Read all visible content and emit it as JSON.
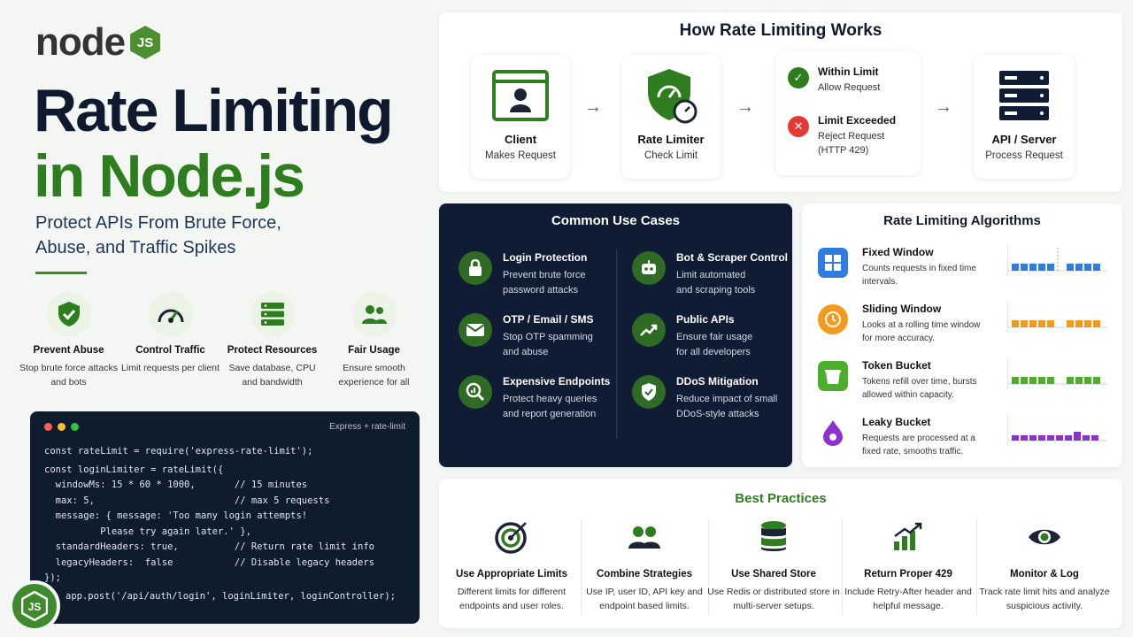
{
  "logo": {
    "text": "node",
    "badge": "JS"
  },
  "hero": {
    "title_line1": "Rate Limiting",
    "title_line2": "in Node.js",
    "subtitle": "Protect APIs From Brute Force, Abuse, and Traffic Spikes"
  },
  "features": [
    {
      "icon": "shield-check-icon",
      "title": "Prevent Abuse",
      "desc": "Stop brute force attacks and bots"
    },
    {
      "icon": "speedometer-icon",
      "title": "Control Traffic",
      "desc": "Limit requests per client"
    },
    {
      "icon": "server-stack-icon",
      "title": "Protect Resources",
      "desc": "Save database, CPU and bandwidth"
    },
    {
      "icon": "users-icon",
      "title": "Fair Usage",
      "desc": "Ensure smooth experience for all"
    }
  ],
  "code": {
    "tag": "Express + rate-limit",
    "lines": [
      "const rateLimit = require('express-rate-limit');",
      "const loginLimiter = rateLimit({",
      "  windowMs: 15 * 60 * 1000,       // 15 minutes",
      "  max: 5,                         // max 5 requests",
      "  message: { message: 'Too many login attempts!",
      "          Please try again later.' },",
      "  standardHeaders: true,          // Return rate limit info",
      "  legacyHeaders:  false           // Disable legacy headers",
      "});",
      "app.post('/api/auth/login', loginLimiter, loginController);"
    ]
  },
  "how": {
    "title": "How Rate Limiting Works",
    "client": {
      "title": "Client",
      "desc": "Makes Request"
    },
    "limiter": {
      "title": "Rate Limiter",
      "desc": "Check Limit"
    },
    "within": {
      "title": "Within Limit",
      "desc": "Allow Request"
    },
    "exceeded": {
      "title": "Limit Exceeded",
      "desc1": "Reject Request",
      "desc2": "(HTTP 429)"
    },
    "server": {
      "title": "API / Server",
      "desc": "Process Request"
    },
    "arrow": "→"
  },
  "uses": {
    "title": "Common Use Cases",
    "items": [
      {
        "icon": "lock-icon",
        "title": "Login Protection",
        "desc1": "Prevent brute force",
        "desc2": "password attacks"
      },
      {
        "icon": "robot-icon",
        "title": "Bot & Scraper Control",
        "desc1": "Limit automated",
        "desc2": "and scraping tools"
      },
      {
        "icon": "mail-icon",
        "title": "OTP / Email / SMS",
        "desc1": "Stop OTP spamming",
        "desc2": "and abuse"
      },
      {
        "icon": "trend-up-icon",
        "title": "Public APIs",
        "desc1": "Ensure fair usage",
        "desc2": "for all developers"
      },
      {
        "icon": "search-data-icon",
        "title": "Expensive Endpoints",
        "desc1": "Protect heavy queries",
        "desc2": "and report generation"
      },
      {
        "icon": "shield-icon",
        "title": "DDoS Mitigation",
        "desc1": "Reduce impact of small",
        "desc2": "DDoS-style attacks"
      }
    ]
  },
  "algorithms": {
    "title": "Rate Limiting Algorithms",
    "items": [
      {
        "title": "Fixed Window",
        "desc": "Counts requests in fixed time intervals.",
        "color": "#2f7de1"
      },
      {
        "title": "Sliding Window",
        "desc": "Looks at a rolling time window for more accuracy.",
        "color": "#f39a1c"
      },
      {
        "title": "Token Bucket",
        "desc": "Tokens refill over time, bursts allowed within capacity.",
        "color": "#4caf2a"
      },
      {
        "title": "Leaky Bucket",
        "desc": "Requests are processed at a fixed rate, smooths traffic.",
        "color": "#8e2fd0"
      }
    ]
  },
  "best": {
    "title": "Best Practices",
    "items": [
      {
        "icon": "target-icon",
        "title": "Use Appropriate Limits",
        "desc": "Different limits for different endpoints and user roles."
      },
      {
        "icon": "team-icon",
        "title": "Combine Strategies",
        "desc": "Use IP, user ID, API key and endpoint based limits."
      },
      {
        "icon": "database-icon",
        "title": "Use Shared Store",
        "desc": "Use Redis or distributed store in multi-server setups."
      },
      {
        "icon": "bar-chart-icon",
        "title": "Return Proper 429",
        "desc": "Include Retry-After header and helpful message."
      },
      {
        "icon": "eye-icon",
        "title": "Monitor & Log",
        "desc": "Track rate limit hits and analyze suspicious activity."
      }
    ]
  },
  "colors": {
    "brand_green": "#2e7d1f",
    "navy": "#0f1c34",
    "error_red": "#e53935"
  }
}
